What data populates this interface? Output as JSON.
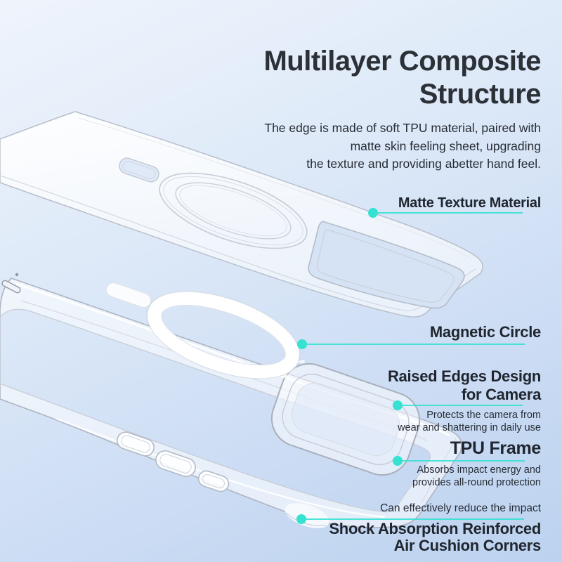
{
  "colors": {
    "accent_cyan": "#35e2d2",
    "title_text": "#2c3037",
    "label_text": "#20262f",
    "background_top": "#eff4fc",
    "background_bottom": "#bcd2ef"
  },
  "header": {
    "title_lines": [
      "Multilayer Composite",
      "Structure"
    ],
    "subtitle_lines": [
      "The edge is made of soft TPU material, paired with",
      "matte skin feeling sheet, upgrading",
      "the texture and providing abetter hand feel."
    ]
  },
  "callouts": {
    "matte": {
      "title": "Matte Texture Material"
    },
    "magnetic": {
      "title": "Magnetic Circle"
    },
    "raised_edges": {
      "title_lines": [
        "Raised Edges Design",
        "for Camera"
      ],
      "desc_lines": [
        "Protects the camera from",
        "wear and shattering in daily use"
      ]
    },
    "tpu_frame": {
      "title": "TPU Frame",
      "desc_lines": [
        "Absorbs impact energy and",
        "provides all-round protection"
      ]
    },
    "air_cushion": {
      "note": "Can effectively reduce the impact",
      "title_lines": [
        "Shock Absorption Reinforced",
        "Air Cushion Corners"
      ]
    }
  },
  "illustration": {
    "parts": [
      "matte-texture-back-plate",
      "magnetic-ring-engraving",
      "camera-cutout",
      "top-slot",
      "tpu-frame-case",
      "magnetic-circle-ring",
      "raised-camera-frame",
      "side-buttons",
      "air-cushion-corner"
    ]
  }
}
